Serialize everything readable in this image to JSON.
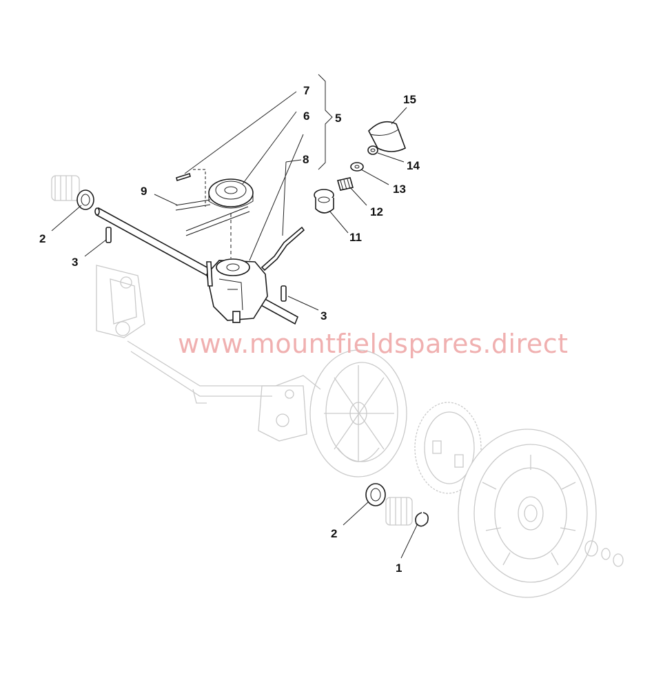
{
  "watermark": "www.mountfieldspares.direct",
  "callouts": {
    "c1": "1",
    "c2a": "2",
    "c2b": "2",
    "c3a": "3",
    "c3b": "3",
    "c5": "5",
    "c6": "6",
    "c7": "7",
    "c8": "8",
    "c9": "9",
    "c11": "11",
    "c12": "12",
    "c13": "13",
    "c14": "14",
    "c15": "15"
  }
}
